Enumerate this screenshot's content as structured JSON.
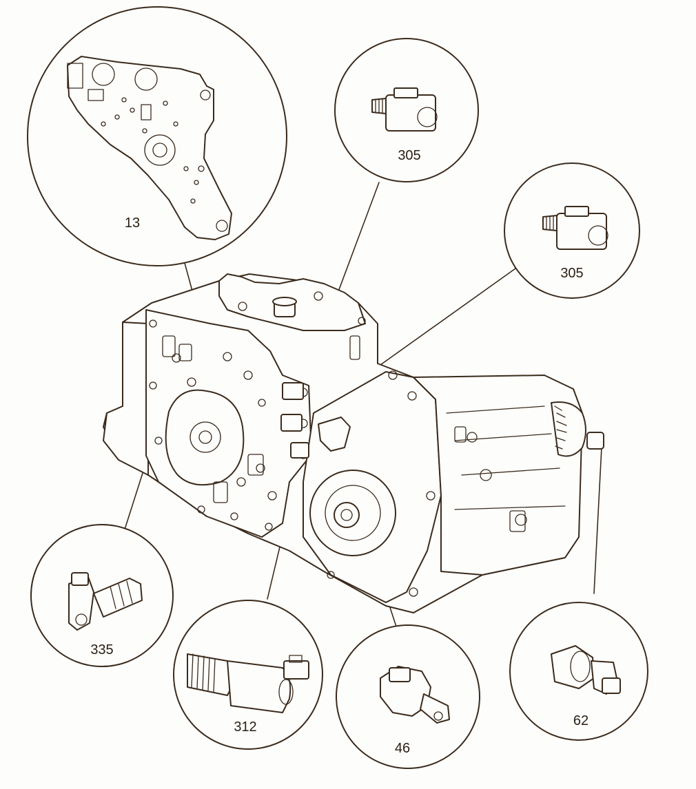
{
  "diagram": {
    "callouts": [
      {
        "id": "valve-body-plate",
        "label": "13"
      },
      {
        "id": "solenoid-upper",
        "label": "305"
      },
      {
        "id": "solenoid-lower",
        "label": "305"
      },
      {
        "id": "pressure-switch-left",
        "label": "335"
      },
      {
        "id": "pressure-control-solenoid",
        "label": "312"
      },
      {
        "id": "speed-sensor-input",
        "label": "46"
      },
      {
        "id": "speed-sensor-output",
        "label": "62"
      }
    ]
  }
}
